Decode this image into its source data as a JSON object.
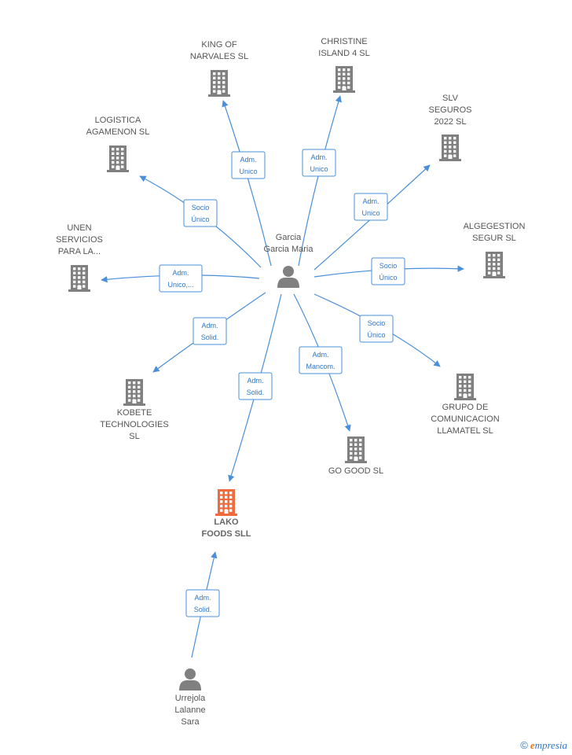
{
  "colors": {
    "edge": "#4a8fd8",
    "building": "#808080",
    "building_main": "#f06a3b",
    "person": "#808080"
  },
  "brand": {
    "copyright": "©",
    "e": "e",
    "name": "mpresia"
  },
  "nodes": [
    {
      "id": "garcia",
      "type": "person",
      "label": [
        "Garcia",
        "Garcia Maria"
      ]
    },
    {
      "id": "king",
      "type": "company",
      "label": [
        "KING OF",
        "NARVALES SL"
      ]
    },
    {
      "id": "christine",
      "type": "company",
      "label": [
        "CHRISTINE",
        "ISLAND 4 SL"
      ]
    },
    {
      "id": "slv",
      "type": "company",
      "label": [
        "SLV",
        "SEGUROS",
        "2022  SL"
      ]
    },
    {
      "id": "logistica",
      "type": "company",
      "label": [
        "LOGISTICA",
        "AGAMENON  SL"
      ]
    },
    {
      "id": "unen",
      "type": "company",
      "label": [
        "UNEN",
        "SERVICIOS",
        "PARA LA..."
      ]
    },
    {
      "id": "algegestion",
      "type": "company",
      "label": [
        "ALGEGESTION",
        "SEGUR  SL"
      ]
    },
    {
      "id": "kobete",
      "type": "company",
      "label": [
        "KOBETE",
        "TECHNOLOGIES",
        "SL"
      ]
    },
    {
      "id": "grupo",
      "type": "company",
      "label": [
        "GRUPO DE",
        "COMUNICACION",
        "LLAMATEL  SL"
      ]
    },
    {
      "id": "gogood",
      "type": "company",
      "label": [
        "GO GOOD  SL"
      ]
    },
    {
      "id": "lako",
      "type": "company_main",
      "label": [
        "LAKO",
        "FOODS  SLL"
      ]
    },
    {
      "id": "urrejola",
      "type": "person",
      "label": [
        "Urrejola",
        "Lalanne",
        "Sara"
      ]
    }
  ],
  "edges": [
    {
      "from": "garcia",
      "to": "king",
      "label": [
        "Adm.",
        "Unico"
      ]
    },
    {
      "from": "garcia",
      "to": "christine",
      "label": [
        "Adm.",
        "Unico"
      ]
    },
    {
      "from": "garcia",
      "to": "slv",
      "label": [
        "Adm.",
        "Unico"
      ]
    },
    {
      "from": "garcia",
      "to": "logistica",
      "label": [
        "Socio",
        "Único"
      ]
    },
    {
      "from": "garcia",
      "to": "unen",
      "label": [
        "Adm.",
        "Unico,..."
      ]
    },
    {
      "from": "garcia",
      "to": "algegestion",
      "label": [
        "Socio",
        "Único"
      ]
    },
    {
      "from": "garcia",
      "to": "kobete",
      "label": [
        "Adm.",
        "Solid."
      ]
    },
    {
      "from": "garcia",
      "to": "grupo",
      "label": [
        "Socio",
        "Único"
      ]
    },
    {
      "from": "garcia",
      "to": "gogood",
      "label": [
        "Adm.",
        "Mancom."
      ]
    },
    {
      "from": "garcia",
      "to": "lako",
      "label": [
        "Adm.",
        "Solid."
      ]
    },
    {
      "from": "urrejola",
      "to": "lako",
      "label": [
        "Adm.",
        "Solid."
      ]
    }
  ]
}
